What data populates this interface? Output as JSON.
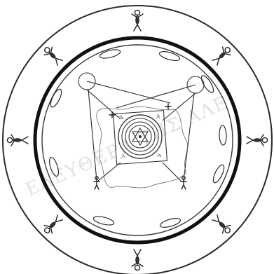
{
  "watermark": {
    "text": "ΕΛΕΥΘΕΡΑ ΤΗΣ ΑΛΕ",
    "color": "#c9c9c9"
  },
  "drawing": {
    "line_color": "#222222",
    "background": "#ffffff",
    "peripheral_figures": [
      {
        "name": "figure-top",
        "angle": 0
      },
      {
        "name": "figure-top-right",
        "angle": 45
      },
      {
        "name": "figure-right",
        "angle": 90
      },
      {
        "name": "figure-bottom-right",
        "angle": 135
      },
      {
        "name": "figure-bottom",
        "angle": 180
      },
      {
        "name": "figure-bottom-left",
        "angle": 225
      },
      {
        "name": "figure-left",
        "angle": 270
      },
      {
        "name": "figure-top-left",
        "angle": 315
      }
    ]
  }
}
